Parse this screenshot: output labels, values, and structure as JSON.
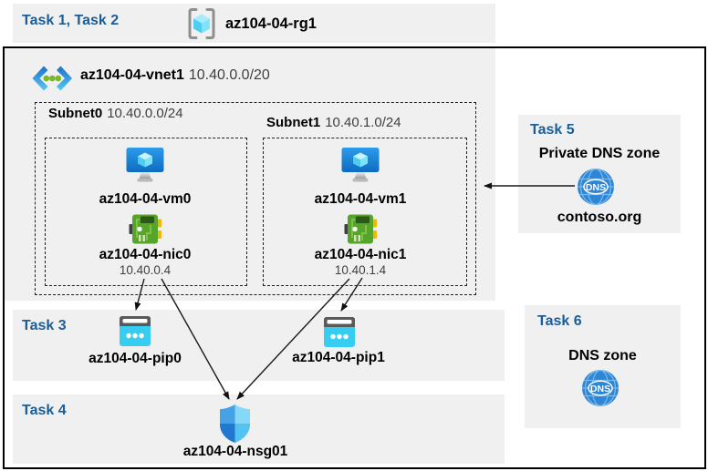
{
  "colors": {
    "task_accent": "#1b5e97",
    "panel_gray": "#f0f0f0",
    "arrow": "#1a1a1a",
    "vm_blue": "#1584d8",
    "cube_cyan": "#50d8f4",
    "nic_green": "#57a42b",
    "pip_cyan": "#36cdf1",
    "dns_blue": "#2e86d6"
  },
  "header": {
    "tasks_label": "Task 1, Task 2",
    "resource_group": "az104-04-rg1"
  },
  "vnet": {
    "name": "az104-04-vnet1",
    "cidr": "10.40.0.0/20"
  },
  "subnets": [
    {
      "name": "Subnet0",
      "cidr": "10.40.0.0/24",
      "vm": "az104-04-vm0",
      "nic": "az104-04-nic0",
      "ip": "10.40.0.4"
    },
    {
      "name": "Subnet1",
      "cidr": "10.40.1.0/24",
      "vm": "az104-04-vm1",
      "nic": "az104-04-nic1",
      "ip": "10.40.1.4"
    }
  ],
  "task3": {
    "label": "Task 3",
    "pip0": "az104-04-pip0",
    "pip1": "az104-04-pip1"
  },
  "task4": {
    "label": "Task 4",
    "nsg": "az104-04-nsg01"
  },
  "task5": {
    "label": "Task 5",
    "title": "Private DNS zone",
    "zone": "contoso.org",
    "dns_badge": "DNS"
  },
  "task6": {
    "label": "Task 6",
    "title": "DNS zone",
    "dns_badge": "DNS"
  }
}
